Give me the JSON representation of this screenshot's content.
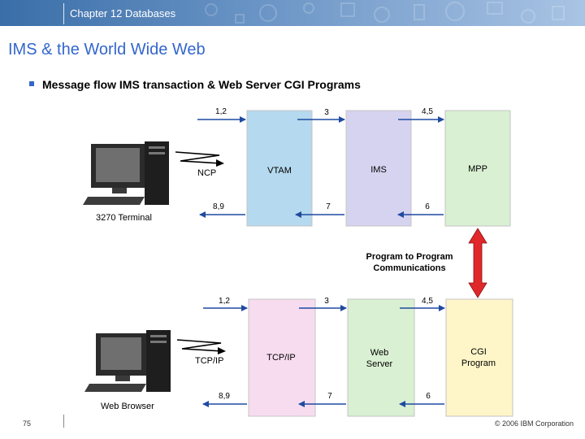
{
  "header": {
    "chapter": "Chapter 12 Databases"
  },
  "slide": {
    "title": "IMS & the World Wide Web",
    "bullet": "Message flow IMS transaction & Web Server CGI Programs"
  },
  "top_flow": {
    "terminal_label": "3270 Terminal",
    "link_label": "NCP",
    "boxes": [
      "VTAM",
      "IMS",
      "MPP"
    ],
    "step_labels_top": [
      "1,2",
      "3",
      "4,5"
    ],
    "step_labels_bottom": [
      "8,9",
      "7",
      "6"
    ]
  },
  "middle": {
    "label_line1": "Program to Program",
    "label_line2": "Communications"
  },
  "bottom_flow": {
    "terminal_label": "Web Browser",
    "link_label": "TCP/IP",
    "boxes": [
      "TCP/IP",
      "Web",
      "Server",
      "CGI",
      "Program"
    ],
    "step_labels_top": [
      "1,2",
      "3",
      "4,5"
    ],
    "step_labels_bottom": [
      "8,9",
      "7",
      "6"
    ]
  },
  "colors": {
    "vtam": "#b5d9ee",
    "ims": "#d6d3f0",
    "mpp": "#d9f0d2",
    "tcpip": "#f7dcf0",
    "web_server": "#d9f0d2",
    "cgi": "#fef5c8",
    "arrow": "#1f4aa0",
    "ptp_arrow": "#e0282b"
  },
  "footer": {
    "page": "75",
    "copyright": "© 2006 IBM Corporation"
  }
}
